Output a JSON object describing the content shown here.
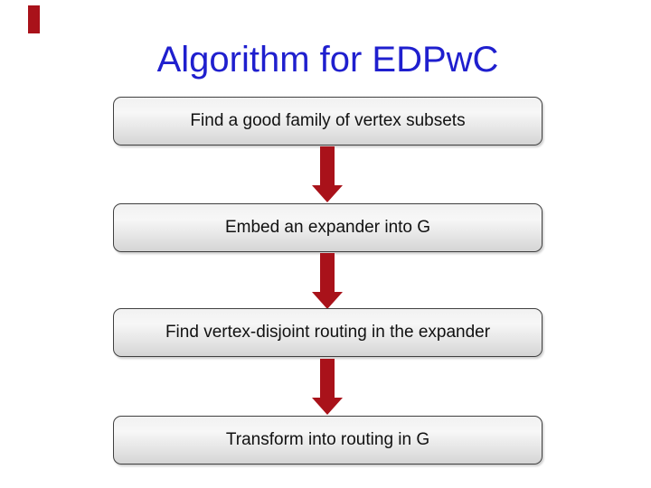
{
  "slide": {
    "title": "Algorithm for EDPwC",
    "steps": [
      {
        "label": "Find a good family of vertex subsets"
      },
      {
        "label": "Embed an expander into G"
      },
      {
        "label": "Find vertex-disjoint routing in the expander"
      },
      {
        "label": "Transform into routing in G"
      }
    ],
    "arrow_icon": "down-arrow",
    "colors": {
      "background": "#ffffff",
      "title": "#1F1FCE",
      "accent_bar": "#A9121A",
      "arrow": "#A9121A",
      "box_fill_top": "#f1f1f1",
      "box_fill_bottom": "#d5d5d5",
      "box_border": "#404040",
      "box_text": "#111111"
    }
  }
}
